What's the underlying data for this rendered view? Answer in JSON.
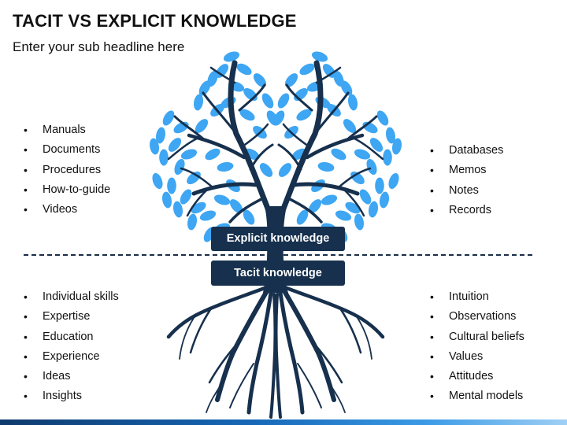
{
  "title": "TACIT VS EXPLICIT KNOWLEDGE",
  "subtitle": "Enter your sub headline here",
  "explicit_label": "Explicit knowledge",
  "tacit_label": "Tacit knowledge",
  "lists": {
    "top_left": [
      "Manuals",
      "Documents",
      "Procedures",
      "How-to-guide",
      "Videos"
    ],
    "top_right": [
      "Databases",
      "Memos",
      "Notes",
      "Records"
    ],
    "bottom_left": [
      "Individual skills",
      "Expertise",
      "Education",
      "Experience",
      "Ideas",
      "Insights"
    ],
    "bottom_right": [
      "Intuition",
      "Observations",
      "Cultural beliefs",
      "Values",
      "Attitudes",
      "Mental models"
    ]
  },
  "icons": [
    "tree-icon"
  ],
  "colors": {
    "trunk": "#16304d",
    "leaf": "#3ea6f2",
    "box": "#16304d"
  }
}
